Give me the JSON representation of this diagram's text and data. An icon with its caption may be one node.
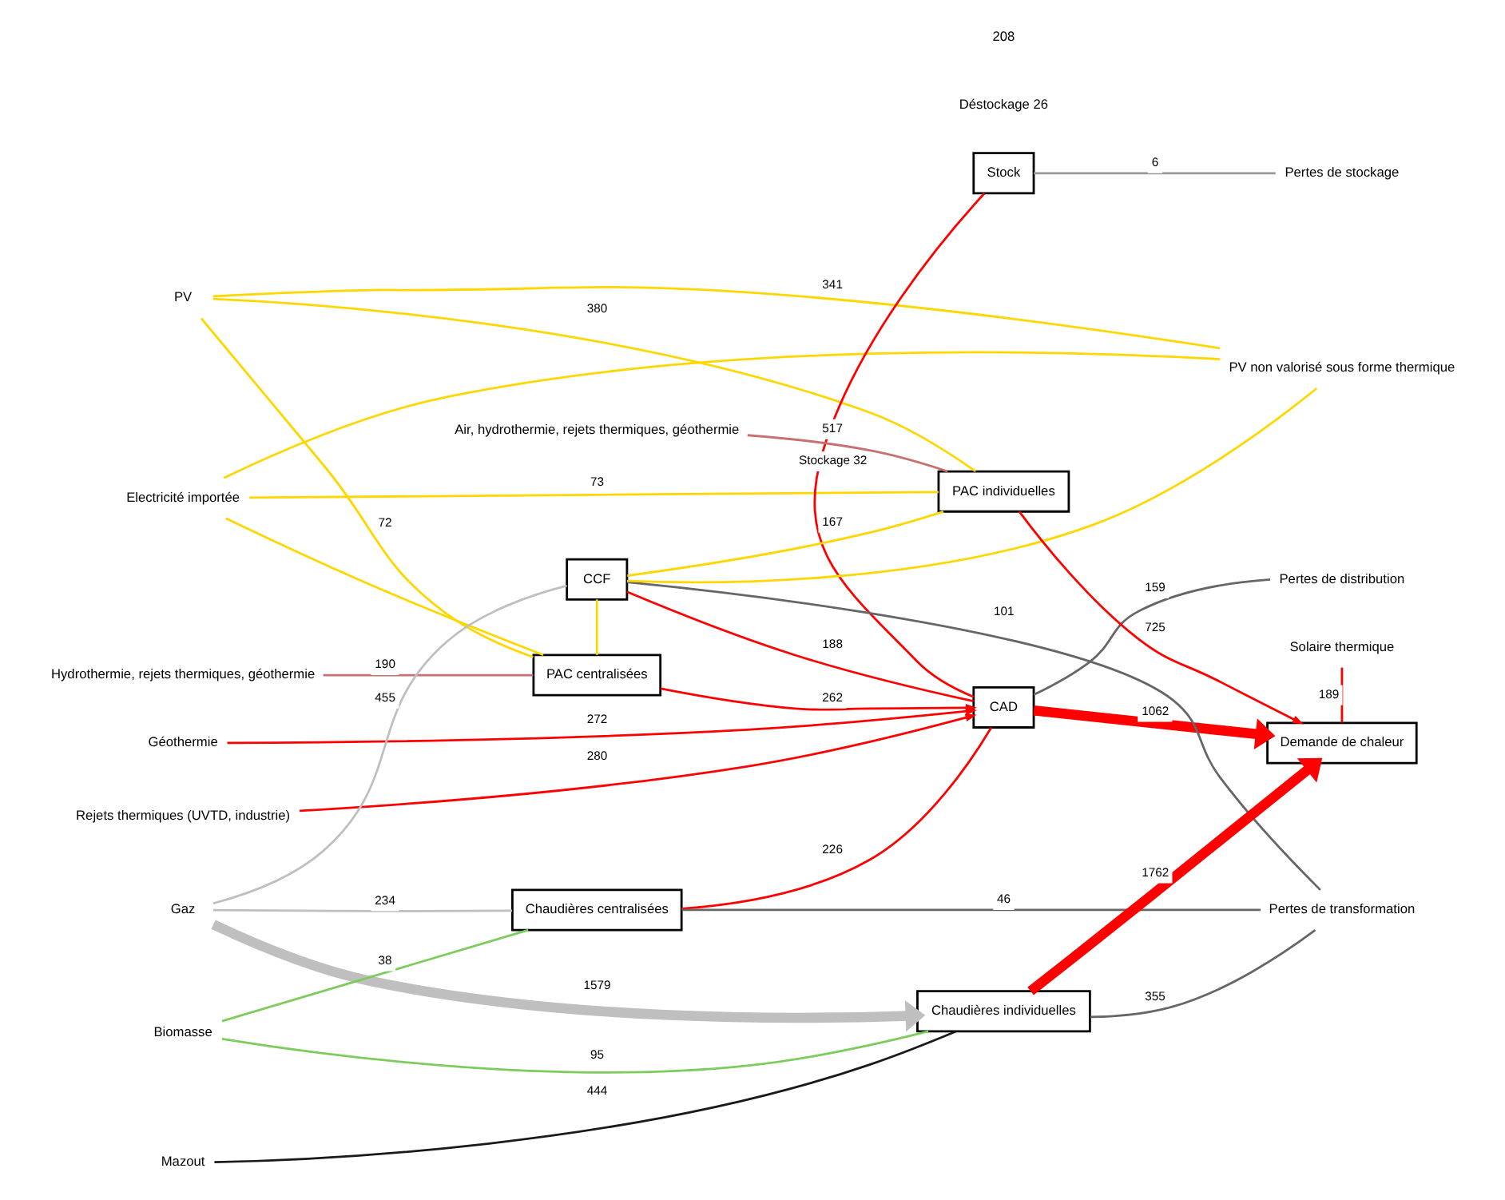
{
  "diagram": {
    "nodes": [
      {
        "text": [
          "Rejets thermiques (UVTD, industrie)"
        ]
      },
      {
        "text": [
          "Géothermie"
        ]
      },
      {
        "text": [
          "Hydrothermie, rejets thermiques, géothermie"
        ]
      },
      {
        "text": [
          "PV"
        ]
      },
      {
        "text": [
          "Electricité importée"
        ]
      },
      {
        "text": [
          "Gaz"
        ]
      },
      {
        "text": [
          "Biomasse"
        ]
      },
      {
        "text": [
          "Mazout"
        ]
      },
      {
        "text": [
          "Stock"
        ]
      },
      {
        "text": [
          "Pertes de stockage"
        ]
      },
      {
        "text": [
          "CAD"
        ]
      },
      {
        "text": [
          "Pertes de distribution"
        ]
      },
      {
        "text": [
          "PAC centralisées"
        ]
      },
      {
        "text": [
          "CCF"
        ]
      },
      {
        "text": [
          "Air, hydrothermie, rejets thermiques, géothermie"
        ]
      },
      {
        "text": [
          "PAC individuelles"
        ]
      },
      {
        "text": [
          "Chaudières centralisées"
        ]
      },
      {
        "text": [
          "Chaudières individuelles"
        ]
      },
      {
        "text": [
          "Demande de chaleur"
        ]
      },
      {
        "text": [
          "Solaire thermique"
        ]
      },
      {
        "text": [
          "Pertes de transformation"
        ]
      },
      {
        "text": [
          "PV non valorisé sous forme thermique"
        ]
      }
    ],
    "edges": [
      {
        "from": 0,
        "to": 10,
        "arrow": "to",
        "label": "280"
      },
      {
        "from": 1,
        "to": 10,
        "arrow": "to",
        "label": "272"
      },
      {
        "from": 2,
        "to": 12,
        "arrow": "none",
        "label": "190",
        "color": "#c87070"
      },
      {
        "from": 12,
        "to": 10,
        "arrow": "to",
        "label": "262"
      },
      {
        "from": 10,
        "to": 8,
        "arrow": "none",
        "label": "Stockage 32"
      },
      {
        "from": 8,
        "to": 9,
        "arrow": "none",
        "label": "6",
        "color": "#999999"
      },
      {
        "from": 10,
        "to": 11,
        "arrow": "none",
        "label": "159",
        "color": "#666666"
      },
      {
        "from": 10,
        "to": 18,
        "arrow": "to",
        "label": "1062",
        "style": "thick"
      },
      {
        "from": 5,
        "to": 13,
        "arrow": "none",
        "label": "455",
        "color": "#bfbfbf"
      },
      {
        "from": 5,
        "to": 16,
        "arrow": "none",
        "label": "234",
        "color": "#bfbfbf"
      },
      {
        "from": 5,
        "to": 17,
        "arrow": "to",
        "label": "1579",
        "color": "#bfbfbf",
        "style": "thick"
      },
      {
        "from": 6,
        "to": 16,
        "arrow": "none",
        "label": "38",
        "color": "#7ccc5c"
      },
      {
        "from": 6,
        "to": 17,
        "arrow": "none",
        "label": "95",
        "color": "#7ccc5c"
      },
      {
        "from": 7,
        "to": 17,
        "arrow": "none",
        "label": "444",
        "color": "#1a1a1a"
      },
      {
        "from": 13,
        "to": 10,
        "arrow": "none",
        "label": "188"
      },
      {
        "from": 16,
        "to": 10,
        "arrow": "none",
        "label": "226"
      },
      {
        "from": 3,
        "to": 15,
        "arrow": "none",
        "label": "380",
        "color": "#ffd700"
      },
      {
        "from": 4,
        "to": 15,
        "arrow": "none",
        "label": "73",
        "color": "#ffd700"
      },
      {
        "from": 13,
        "to": 15,
        "arrow": "none",
        "label": "167",
        "color": "#ffd700"
      },
      {
        "from": 3,
        "to": 12,
        "arrow": "none",
        "label": "72",
        "color": "#ffd700"
      },
      {
        "from": 3,
        "to": 21,
        "arrow": "none",
        "label": "341",
        "color": "#ffd700"
      },
      {
        "from": 4,
        "to": 12,
        "arrow": "none",
        "color": "#ffd700"
      },
      {
        "from": 4,
        "to": 21,
        "arrow": "none",
        "color": "#ffd700"
      },
      {
        "from": 13,
        "to": 12,
        "arrow": "none",
        "color": "#ffd700"
      },
      {
        "from": 13,
        "to": 21,
        "arrow": "none",
        "color": "#ffd700"
      },
      {
        "from": 13,
        "to": 20,
        "arrow": "none",
        "label": "101",
        "color": "#666666"
      },
      {
        "from": 16,
        "to": 20,
        "arrow": "none",
        "label": "46",
        "color": "#666666"
      },
      {
        "from": 17,
        "to": 20,
        "arrow": "none",
        "label": "355",
        "color": "#666666"
      },
      {
        "from": 14,
        "to": 15,
        "arrow": "none",
        "label": "517",
        "color": "#c87070"
      },
      {
        "from": 15,
        "to": 18,
        "arrow": "to",
        "label": "725"
      },
      {
        "from": 17,
        "to": 18,
        "arrow": "to",
        "label": "1762",
        "style": "thick"
      },
      {
        "from": 19,
        "to": 18,
        "arrow": "none",
        "label": "189"
      }
    ],
    "labels": [
      "Déstockage 26",
      "208"
    ]
  }
}
